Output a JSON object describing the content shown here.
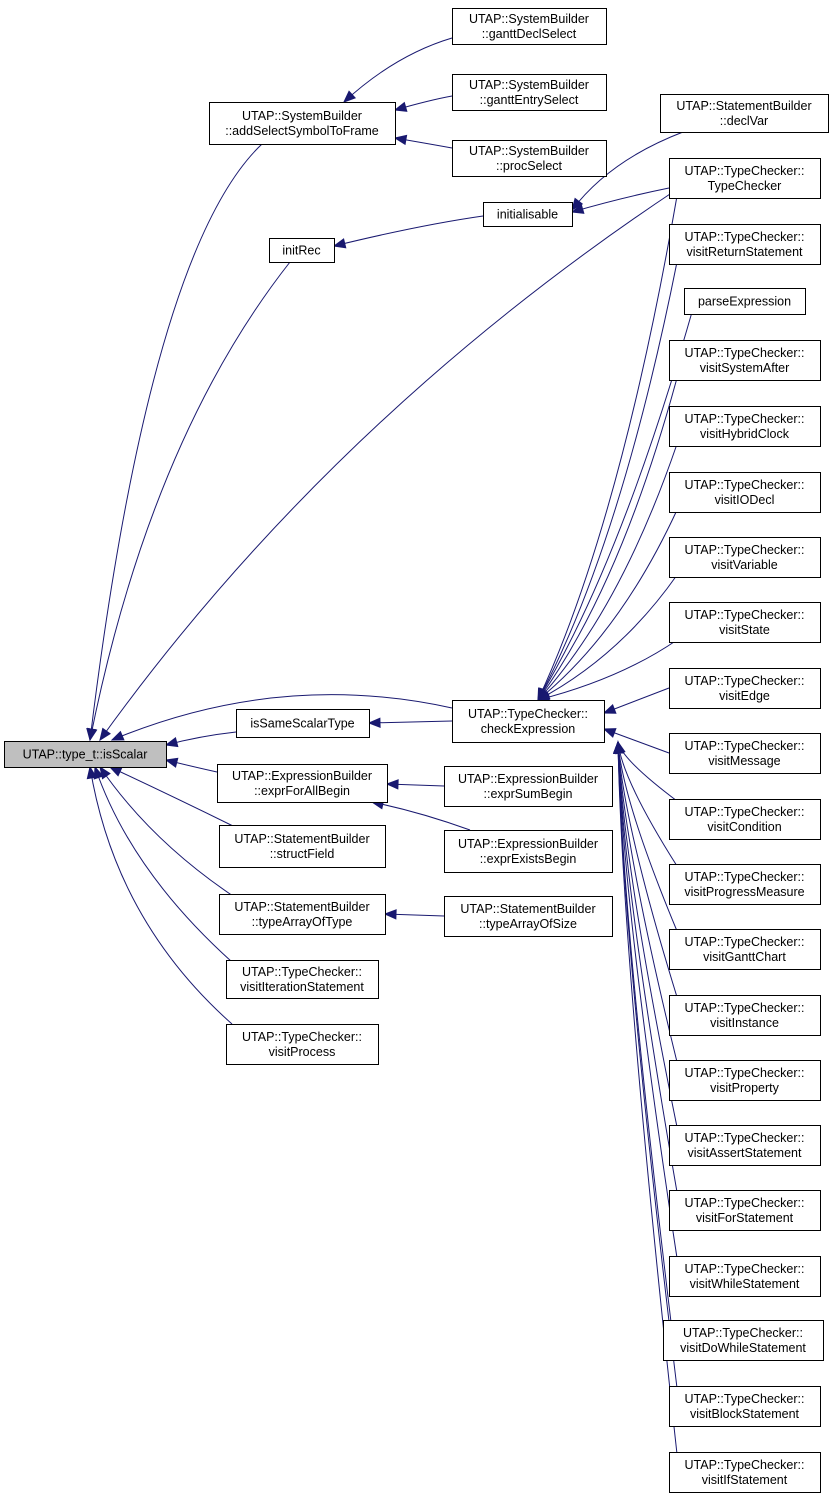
{
  "graph": {
    "root": "is_scalar",
    "edge_color": "#191970",
    "root_fill": "#bfbfbf",
    "nodes": [
      {
        "id": "is_scalar",
        "lines": [
          "UTAP::type_t::isScalar"
        ]
      },
      {
        "id": "add_select_symbol",
        "lines": [
          "UTAP::SystemBuilder",
          "::addSelectSymbolToFrame"
        ]
      },
      {
        "id": "gantt_decl_select",
        "lines": [
          "UTAP::SystemBuilder",
          "::ganttDeclSelect"
        ]
      },
      {
        "id": "gantt_entry_select",
        "lines": [
          "UTAP::SystemBuilder",
          "::ganttEntrySelect"
        ]
      },
      {
        "id": "proc_select",
        "lines": [
          "UTAP::SystemBuilder",
          "::procSelect"
        ]
      },
      {
        "id": "decl_var",
        "lines": [
          "UTAP::StatementBuilder",
          "::declVar"
        ]
      },
      {
        "id": "type_checker_ctor",
        "lines": [
          "UTAP::TypeChecker::",
          "TypeChecker"
        ]
      },
      {
        "id": "initialisable",
        "lines": [
          "initialisable"
        ]
      },
      {
        "id": "init_rec",
        "lines": [
          "initRec"
        ]
      },
      {
        "id": "visit_return",
        "lines": [
          "UTAP::TypeChecker::",
          "visitReturnStatement"
        ]
      },
      {
        "id": "parse_expression",
        "lines": [
          "parseExpression"
        ]
      },
      {
        "id": "visit_system_after",
        "lines": [
          "UTAP::TypeChecker::",
          "visitSystemAfter"
        ]
      },
      {
        "id": "visit_hybrid_clock",
        "lines": [
          "UTAP::TypeChecker::",
          "visitHybridClock"
        ]
      },
      {
        "id": "visit_io_decl",
        "lines": [
          "UTAP::TypeChecker::",
          "visitIODecl"
        ]
      },
      {
        "id": "visit_variable",
        "lines": [
          "UTAP::TypeChecker::",
          "visitVariable"
        ]
      },
      {
        "id": "visit_state",
        "lines": [
          "UTAP::TypeChecker::",
          "visitState"
        ]
      },
      {
        "id": "visit_edge",
        "lines": [
          "UTAP::TypeChecker::",
          "visitEdge"
        ]
      },
      {
        "id": "is_same_scalar",
        "lines": [
          "isSameScalarType"
        ]
      },
      {
        "id": "check_expression",
        "lines": [
          "UTAP::TypeChecker::",
          "checkExpression"
        ]
      },
      {
        "id": "visit_message",
        "lines": [
          "UTAP::TypeChecker::",
          "visitMessage"
        ]
      },
      {
        "id": "expr_for_all",
        "lines": [
          "UTAP::ExpressionBuilder",
          "::exprForAllBegin"
        ]
      },
      {
        "id": "expr_sum",
        "lines": [
          "UTAP::ExpressionBuilder",
          "::exprSumBegin"
        ]
      },
      {
        "id": "visit_condition",
        "lines": [
          "UTAP::TypeChecker::",
          "visitCondition"
        ]
      },
      {
        "id": "struct_field",
        "lines": [
          "UTAP::StatementBuilder",
          "::structField"
        ]
      },
      {
        "id": "expr_exists",
        "lines": [
          "UTAP::ExpressionBuilder",
          "::exprExistsBegin"
        ]
      },
      {
        "id": "visit_progress",
        "lines": [
          "UTAP::TypeChecker::",
          "visitProgressMeasure"
        ]
      },
      {
        "id": "type_array_of_type",
        "lines": [
          "UTAP::StatementBuilder",
          "::typeArrayOfType"
        ]
      },
      {
        "id": "type_array_of_size",
        "lines": [
          "UTAP::StatementBuilder",
          "::typeArrayOfSize"
        ]
      },
      {
        "id": "visit_gantt_chart",
        "lines": [
          "UTAP::TypeChecker::",
          "visitGanttChart"
        ]
      },
      {
        "id": "visit_iteration",
        "lines": [
          "UTAP::TypeChecker::",
          "visitIterationStatement"
        ]
      },
      {
        "id": "visit_instance",
        "lines": [
          "UTAP::TypeChecker::",
          "visitInstance"
        ]
      },
      {
        "id": "visit_process",
        "lines": [
          "UTAP::TypeChecker::",
          "visitProcess"
        ]
      },
      {
        "id": "visit_property",
        "lines": [
          "UTAP::TypeChecker::",
          "visitProperty"
        ]
      },
      {
        "id": "visit_assert",
        "lines": [
          "UTAP::TypeChecker::",
          "visitAssertStatement"
        ]
      },
      {
        "id": "visit_for",
        "lines": [
          "UTAP::TypeChecker::",
          "visitForStatement"
        ]
      },
      {
        "id": "visit_while",
        "lines": [
          "UTAP::TypeChecker::",
          "visitWhileStatement"
        ]
      },
      {
        "id": "visit_do_while",
        "lines": [
          "UTAP::TypeChecker::",
          "visitDoWhileStatement"
        ]
      },
      {
        "id": "visit_block",
        "lines": [
          "UTAP::TypeChecker::",
          "visitBlockStatement"
        ]
      },
      {
        "id": "visit_if",
        "lines": [
          "UTAP::TypeChecker::",
          "visitIfStatement"
        ]
      }
    ],
    "edges": [
      {
        "from": "add_select_symbol",
        "to": "is_scalar"
      },
      {
        "from": "gantt_decl_select",
        "to": "add_select_symbol"
      },
      {
        "from": "gantt_entry_select",
        "to": "add_select_symbol"
      },
      {
        "from": "proc_select",
        "to": "add_select_symbol"
      },
      {
        "from": "init_rec",
        "to": "is_scalar"
      },
      {
        "from": "initialisable",
        "to": "init_rec"
      },
      {
        "from": "decl_var",
        "to": "initialisable"
      },
      {
        "from": "type_checker_ctor",
        "to": "initialisable"
      },
      {
        "from": "type_checker_ctor",
        "to": "is_scalar"
      },
      {
        "from": "check_expression",
        "to": "is_scalar"
      },
      {
        "from": "is_same_scalar",
        "to": "is_scalar"
      },
      {
        "from": "check_expression",
        "to": "is_same_scalar"
      },
      {
        "from": "expr_for_all",
        "to": "is_scalar"
      },
      {
        "from": "expr_sum",
        "to": "expr_for_all"
      },
      {
        "from": "expr_exists",
        "to": "expr_for_all"
      },
      {
        "from": "struct_field",
        "to": "is_scalar"
      },
      {
        "from": "type_array_of_type",
        "to": "is_scalar"
      },
      {
        "from": "type_array_of_size",
        "to": "type_array_of_type"
      },
      {
        "from": "visit_iteration",
        "to": "is_scalar"
      },
      {
        "from": "visit_process",
        "to": "is_scalar"
      },
      {
        "from": "type_checker_ctor",
        "to": "check_expression"
      },
      {
        "from": "visit_return",
        "to": "check_expression"
      },
      {
        "from": "parse_expression",
        "to": "check_expression"
      },
      {
        "from": "visit_system_after",
        "to": "check_expression"
      },
      {
        "from": "visit_hybrid_clock",
        "to": "check_expression"
      },
      {
        "from": "visit_io_decl",
        "to": "check_expression"
      },
      {
        "from": "visit_variable",
        "to": "check_expression"
      },
      {
        "from": "visit_state",
        "to": "check_expression"
      },
      {
        "from": "visit_edge",
        "to": "check_expression"
      },
      {
        "from": "visit_message",
        "to": "check_expression"
      },
      {
        "from": "visit_condition",
        "to": "check_expression"
      },
      {
        "from": "visit_progress",
        "to": "check_expression"
      },
      {
        "from": "visit_gantt_chart",
        "to": "check_expression"
      },
      {
        "from": "visit_instance",
        "to": "check_expression"
      },
      {
        "from": "visit_property",
        "to": "check_expression"
      },
      {
        "from": "visit_assert",
        "to": "check_expression"
      },
      {
        "from": "visit_for",
        "to": "check_expression"
      },
      {
        "from": "visit_while",
        "to": "check_expression"
      },
      {
        "from": "visit_do_while",
        "to": "check_expression"
      },
      {
        "from": "visit_block",
        "to": "check_expression"
      },
      {
        "from": "visit_if",
        "to": "check_expression"
      }
    ]
  }
}
